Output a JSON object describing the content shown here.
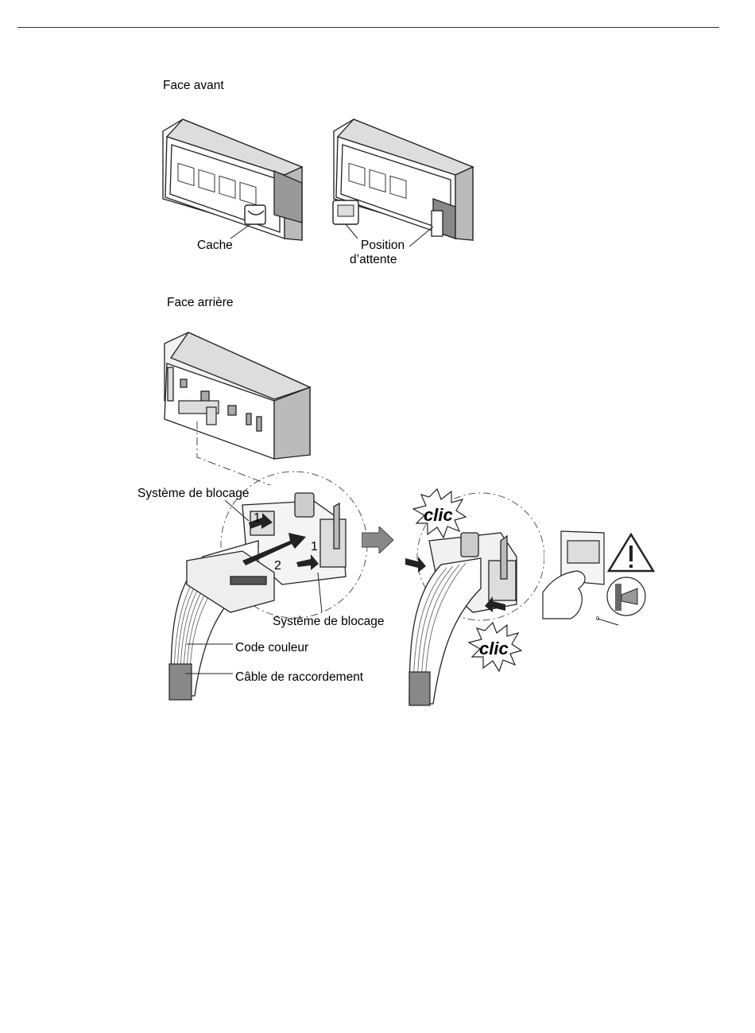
{
  "sections": {
    "front_title": "Face avant",
    "rear_title": "Face arrière"
  },
  "labels": {
    "cache": "Cache",
    "position_line1": "Position",
    "position_line2": "d’attente",
    "blocking_top": "Système de blocage",
    "blocking_bottom": "Système de blocage",
    "color_code": "Code couleur",
    "cable": "Câble de raccordement"
  },
  "callouts": {
    "step1a": "1",
    "step1b": "1",
    "step2": "2",
    "clic1": "clic",
    "clic2": "clic",
    "zero": "0"
  },
  "icons": {
    "warning": "warning-triangle-icon",
    "arrow": "right-arrow-icon"
  }
}
